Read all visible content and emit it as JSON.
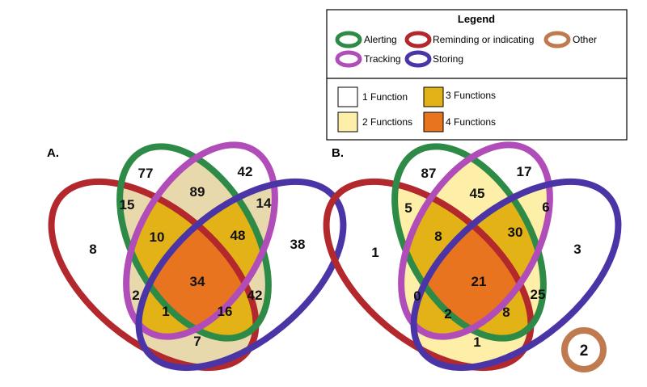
{
  "legend": {
    "title": "Legend",
    "categories": [
      {
        "key": "alerting",
        "label": "Alerting",
        "color": "#2e8b47"
      },
      {
        "key": "reminding",
        "label": "Reminding or indicating",
        "color": "#b3282d"
      },
      {
        "key": "other",
        "label": "Other",
        "color": "#c07a4f"
      },
      {
        "key": "tracking",
        "label": "Tracking",
        "color": "#b04db8"
      },
      {
        "key": "storing",
        "label": "Storing",
        "color": "#4b35a6"
      }
    ],
    "function_counts": [
      {
        "label": "1 Function",
        "color": "#ffffff"
      },
      {
        "label": "3 Functions",
        "color": "#e3b217"
      },
      {
        "label": "2 Functions",
        "color": "#fdeea8"
      },
      {
        "label": "4 Functions",
        "color": "#e8741f"
      }
    ]
  },
  "panels": [
    {
      "label": "A.",
      "regions": {
        "alerting_only": "77",
        "tracking_only": "42",
        "reminding_only": "8",
        "storing_only": "38",
        "reminding_alerting": "15",
        "alerting_tracking": "89",
        "tracking_storing": "14",
        "reminding_alerting_tracking": "10",
        "alerting_tracking_storing": "48",
        "all_four": "34",
        "reminding_tracking": "2",
        "alerting_storing": "42",
        "reminding_tracking_storing": "1",
        "reminding_alerting_storing": "16",
        "reminding_storing": "7"
      }
    },
    {
      "label": "B.",
      "regions": {
        "alerting_only": "87",
        "tracking_only": "17",
        "reminding_only": "1",
        "storing_only": "3",
        "reminding_alerting": "5",
        "alerting_tracking": "45",
        "tracking_storing": "6",
        "reminding_alerting_tracking": "8",
        "alerting_tracking_storing": "30",
        "all_four": "21",
        "reminding_tracking": "0",
        "alerting_storing": "25",
        "reminding_tracking_storing": "2",
        "reminding_alerting_storing": "8",
        "reminding_storing": "1"
      },
      "other_count": "2"
    }
  ]
}
